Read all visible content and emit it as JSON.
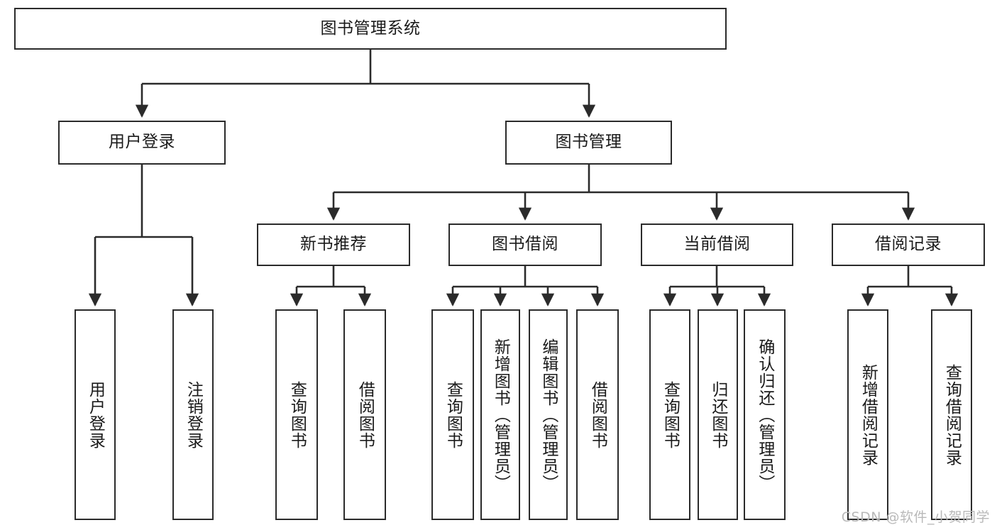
{
  "diagram": {
    "type": "tree",
    "title": "图书管理系统",
    "watermark": "CSDN @软件_小贺同学",
    "colors": {
      "stroke": "#2b2b2b",
      "fill": "#ffffff",
      "text": "#1a1a1a",
      "watermark": "#b9b9b9"
    },
    "nodes": {
      "root": {
        "label": "图书管理系统"
      },
      "level1": [
        {
          "id": "user-login",
          "label": "用户登录"
        },
        {
          "id": "book-manage",
          "label": "图书管理"
        }
      ],
      "level2": [
        {
          "id": "new-book-recommend",
          "label": "新书推荐"
        },
        {
          "id": "book-borrow",
          "label": "图书借阅"
        },
        {
          "id": "current-borrow",
          "label": "当前借阅"
        },
        {
          "id": "borrow-record",
          "label": "借阅记录"
        }
      ],
      "leaves": [
        {
          "id": "leaf-user-login",
          "label": "用户登录"
        },
        {
          "id": "leaf-logout-login",
          "label": "注销登录"
        },
        {
          "id": "leaf-query-book-1",
          "label": "查询图书"
        },
        {
          "id": "leaf-borrow-book-1",
          "label": "借阅图书"
        },
        {
          "id": "leaf-query-book-2",
          "label": "查询图书"
        },
        {
          "id": "leaf-add-book",
          "label": "新增图书（管理员）"
        },
        {
          "id": "leaf-edit-book",
          "label": "编辑图书（管理员）"
        },
        {
          "id": "leaf-borrow-book-2",
          "label": "借阅图书"
        },
        {
          "id": "leaf-query-book-3",
          "label": "查询图书"
        },
        {
          "id": "leaf-return-book",
          "label": "归还图书"
        },
        {
          "id": "leaf-confirm-return",
          "label": "确认归还（管理员）"
        },
        {
          "id": "leaf-add-borrow-record",
          "label": "新增借阅记录"
        },
        {
          "id": "leaf-query-borrow-record",
          "label": "查询借阅记录"
        }
      ]
    },
    "edges": [
      {
        "from": "root",
        "to": "user-login"
      },
      {
        "from": "root",
        "to": "book-manage"
      },
      {
        "from": "user-login",
        "to": "leaf-user-login"
      },
      {
        "from": "user-login",
        "to": "leaf-logout-login"
      },
      {
        "from": "book-manage",
        "to": "new-book-recommend"
      },
      {
        "from": "book-manage",
        "to": "book-borrow"
      },
      {
        "from": "book-manage",
        "to": "current-borrow"
      },
      {
        "from": "book-manage",
        "to": "borrow-record"
      },
      {
        "from": "new-book-recommend",
        "to": "leaf-query-book-1"
      },
      {
        "from": "new-book-recommend",
        "to": "leaf-borrow-book-1"
      },
      {
        "from": "book-borrow",
        "to": "leaf-query-book-2"
      },
      {
        "from": "book-borrow",
        "to": "leaf-add-book"
      },
      {
        "from": "book-borrow",
        "to": "leaf-edit-book"
      },
      {
        "from": "book-borrow",
        "to": "leaf-borrow-book-2"
      },
      {
        "from": "current-borrow",
        "to": "leaf-query-book-3"
      },
      {
        "from": "current-borrow",
        "to": "leaf-return-book"
      },
      {
        "from": "current-borrow",
        "to": "leaf-confirm-return"
      },
      {
        "from": "borrow-record",
        "to": "leaf-add-borrow-record"
      },
      {
        "from": "borrow-record",
        "to": "leaf-query-borrow-record"
      }
    ]
  }
}
